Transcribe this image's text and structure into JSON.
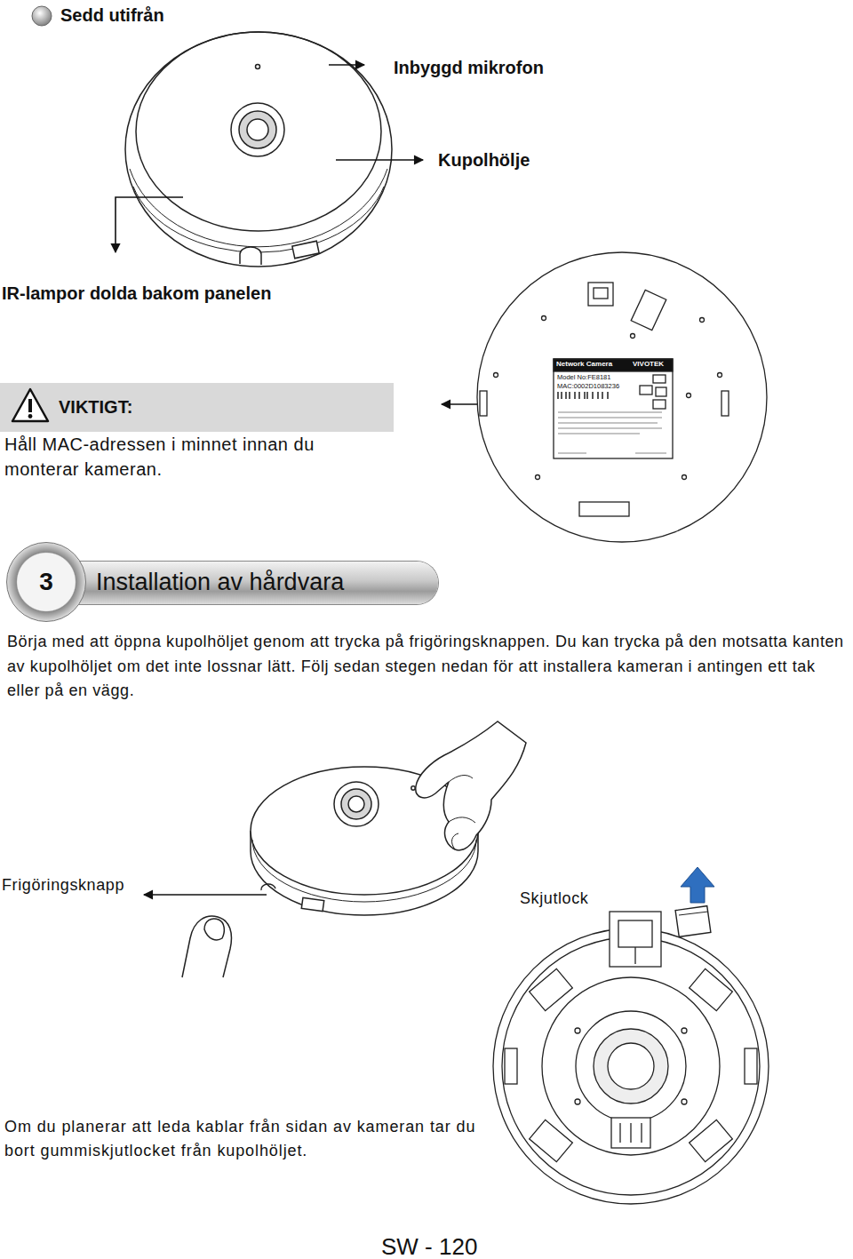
{
  "diagram": {
    "title": "Sedd utifrån",
    "nodes": [
      {
        "text": [
          "VIKTIGT:"
        ]
      },
      {
        "text": [
          "3"
        ]
      },
      {
        "text": [
          "Installation av hårdvara"
        ]
      }
    ],
    "labels": [
      "Inbyggd mikrofon",
      "Kupolhölje",
      "IR-lampor dolda bakom panelen",
      "Network Camera",
      "VIVOTEK",
      "Model No:FE8181",
      "MAC:0002D1083236",
      "Håll MAC-adressen i minnet innan du monterar kameran.",
      "Börja med att öppna kupolhöljet genom att trycka på frigöringsknappen. Du kan trycka på den motsatta kanten av kupolhöljet om det inte lossnar lätt. Följ sedan stegen nedan för att installera kameran i antingen ett tak eller på en vägg.",
      "Frigöringsknapp",
      "Skjutlock",
      "Om du planerar att leda kablar från sidan av kameran tar du bort gummiskjutlocket från kupolhöljet.",
      "SW - 120"
    ]
  }
}
